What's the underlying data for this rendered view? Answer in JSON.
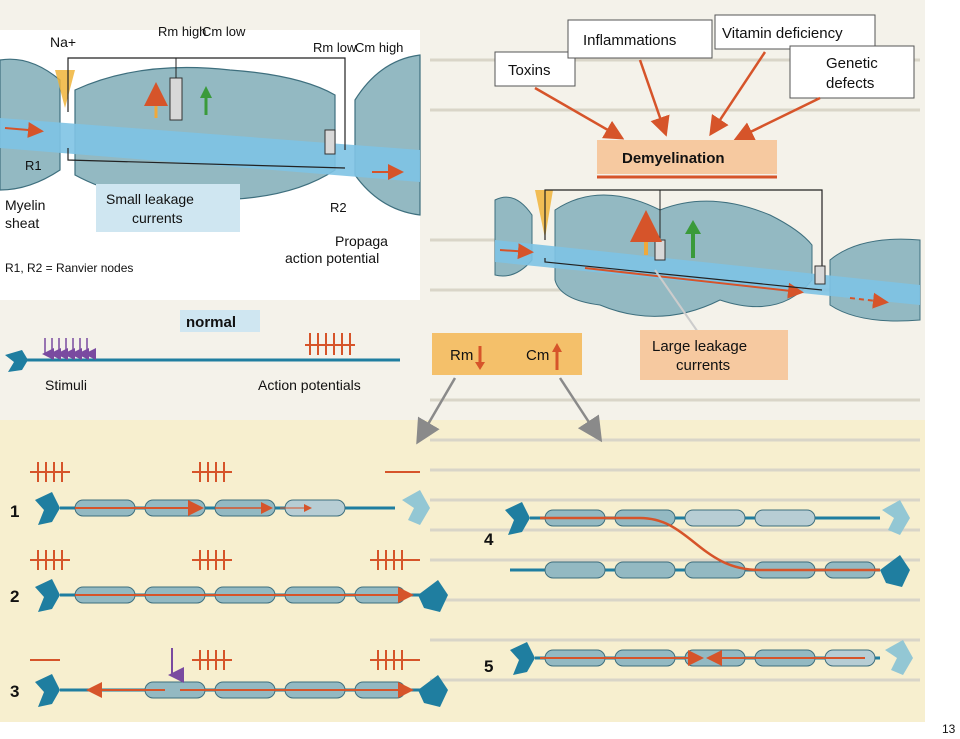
{
  "top_left": {
    "na": "Na+",
    "rm_high": "Rm high",
    "cm_low": "Cm low",
    "rm_low": "Rm low",
    "cm_high": "Cm high",
    "r1": "R1",
    "r2": "R2",
    "myelin": "Myelin",
    "sheat": "sheat",
    "small_leakage_1": "Small leakage",
    "small_leakage_2": "currents",
    "propaga_1": "Propaga",
    "propaga_2": "action potential",
    "ranvier": "R1, R2 = Ranvier nodes"
  },
  "causes": {
    "toxins": "Toxins",
    "inflammations": "Inflammations",
    "vitamin": "Vitamin deficiency",
    "genetic_1": "Genetic",
    "genetic_2": "defects",
    "demyelination": "Demyelination"
  },
  "top_right": {
    "large_leakage_1": "Large leakage",
    "large_leakage_2": "currents"
  },
  "normal": {
    "title": "normal",
    "stimuli": "Stimuli",
    "action_potentials": "Action potentials"
  },
  "center": {
    "rm": "Rm",
    "cm": "Cm"
  },
  "panels": [
    "1",
    "2",
    "3",
    "4",
    "5"
  ],
  "page_number": "13",
  "colors": {
    "axon": "#7ec3e4",
    "myelin": "#93b9c2",
    "signal": "#d6542a",
    "neuron": "#1f7ea0",
    "stimulus": "#7a4aa0",
    "demyelination_box": "#f6c9a0"
  }
}
